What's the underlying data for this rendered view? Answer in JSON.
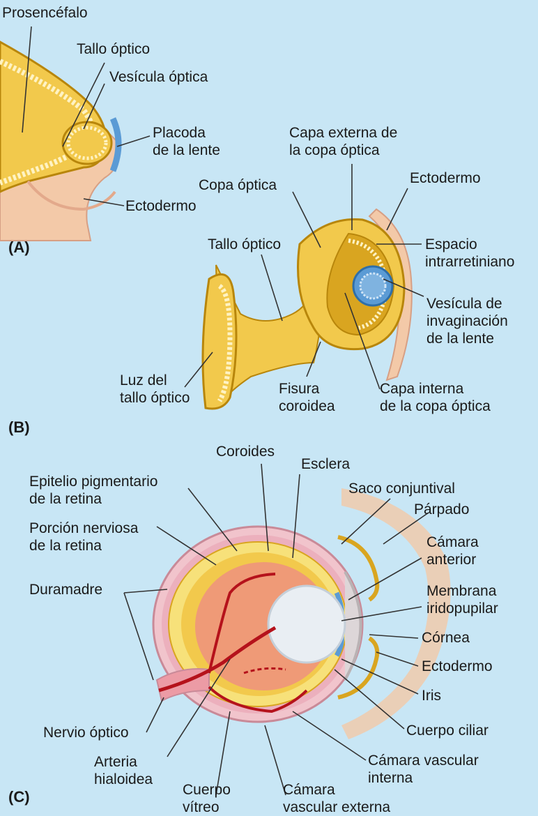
{
  "panels": {
    "a": "(A)",
    "b": "(B)",
    "c": "(C)"
  },
  "labels_a": {
    "prosencefalo": "Prosencéfalo",
    "tallo_optico": "Tallo óptico",
    "vesicula_optica": "Vesícula óptica",
    "placoda_lente": "Placoda\nde la lente",
    "ectodermo": "Ectodermo"
  },
  "labels_b": {
    "capa_externa": "Capa externa de\nla copa óptica",
    "ectodermo": "Ectodermo",
    "copa_optica": "Copa óptica",
    "tallo_optico": "Tallo óptico",
    "espacio": "Espacio\nintrarretiniano",
    "vesicula_invaginacion": "Vesícula de\ninvaginación\nde la lente",
    "luz_tallo": "Luz del\ntallo óptico",
    "fisura": "Fisura\ncoroidea",
    "capa_interna": "Capa interna\nde la copa óptica"
  },
  "labels_c": {
    "coroides": "Coroides",
    "esclera": "Esclera",
    "epitelio": "Epitelio pigmentario\nde la retina",
    "saco": "Saco conjuntival",
    "parpado": "Párpado",
    "porcion": "Porción nerviosa\nde la retina",
    "camara_anterior": "Cámara\nanterior",
    "duramadre": "Duramadre",
    "membrana": "Membrana\niridopupilar",
    "cornea": "Córnea",
    "ectodermo": "Ectodermo",
    "iris": "Iris",
    "nervio": "Nervio óptico",
    "cuerpo_ciliar": "Cuerpo ciliar",
    "arteria": "Arteria\nhialoidea",
    "camara_vascular_interna": "Cámara vascular\ninterna",
    "cuerpo_vitreo": "Cuerpo\nvítreo",
    "camara_vascular_externa": "Cámara\nvascular externa"
  },
  "colors": {
    "background": "#c8e6f5",
    "neural_yellow": "#f2c94c",
    "neural_dark": "#d9a520",
    "lens_blue": "#5b9bd5",
    "skin": "#f3c9a8",
    "retina_orange": "#ef9a77",
    "sclera_pink": "#f1c4cc",
    "vessel_red": "#b5121b"
  }
}
